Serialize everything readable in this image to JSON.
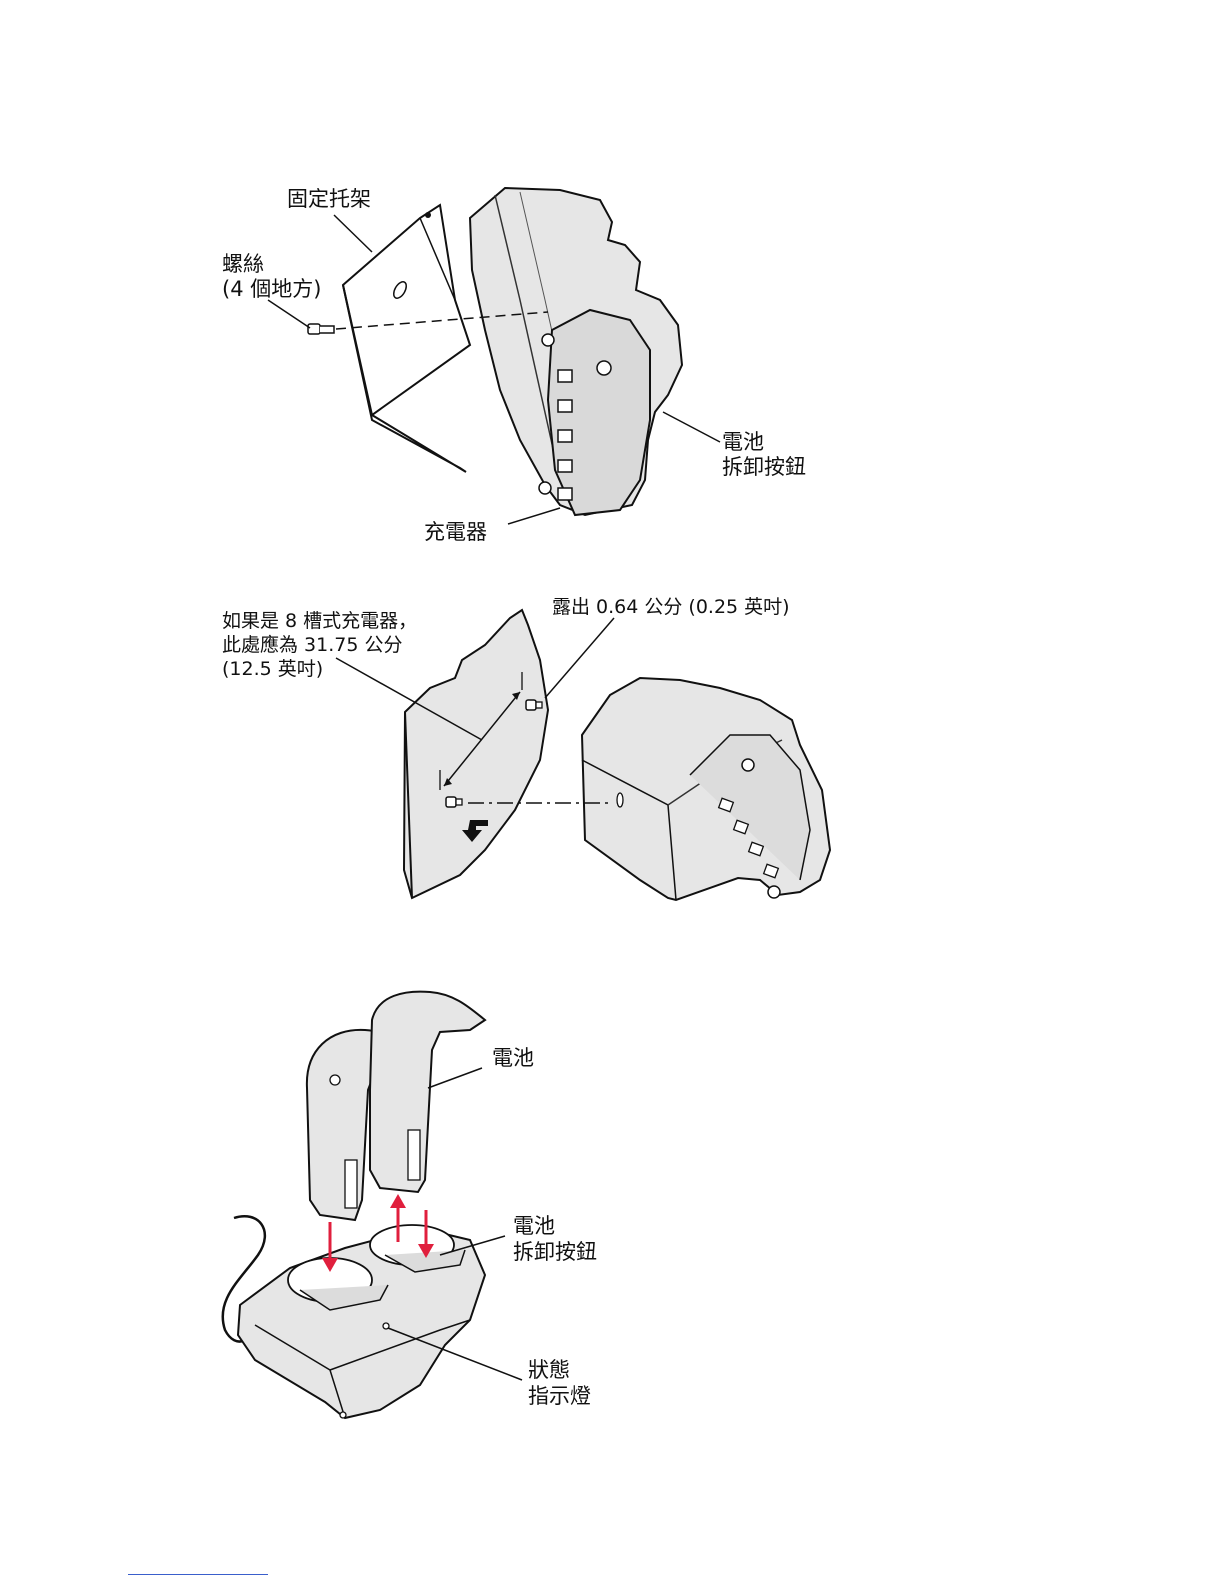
{
  "figure1": {
    "bracket_label": "固定托架",
    "screw_label_line1": "螺絲",
    "screw_label_line2": "(4 個地方)",
    "release_label_line1": "電池",
    "release_label_line2": "拆卸按鈕",
    "charger_label": "充電器"
  },
  "figure2": {
    "spacing_line1": "如果是 8 槽式充電器，",
    "spacing_line2": "此處應為 31.75 公分",
    "spacing_line3": "(12.5 英吋)",
    "exposed_label": "露出 0.64 公分 (0.25 英吋)"
  },
  "figure3": {
    "battery_label": "電池",
    "release_label_line1": "電池",
    "release_label_line2": "拆卸按鈕",
    "status_label_line1": "狀態",
    "status_label_line2": "指示燈"
  },
  "colors": {
    "arrow_red": "#e01f3d",
    "line": "#111111",
    "shade": "#e4e4e4"
  }
}
